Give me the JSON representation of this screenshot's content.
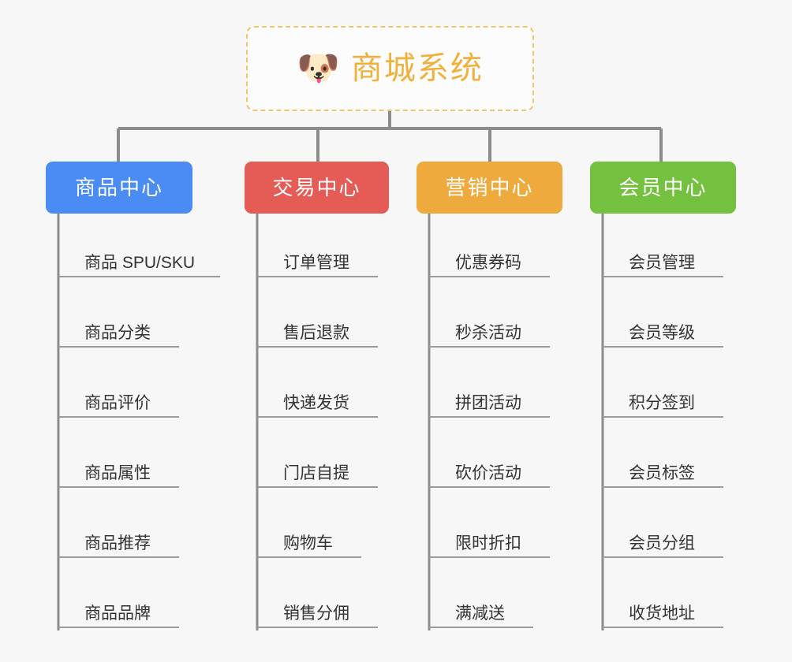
{
  "diagram": {
    "type": "mindmap",
    "title": "商城系统",
    "background_color": "#f7f7f7",
    "root": {
      "label": "商城系统",
      "icon": "dog-face-emoji",
      "emoji": "🐶",
      "text_color": "#efb03c",
      "border_color": "#f3c46a",
      "border_style": "dashed",
      "fill_color": "#fcfcfc"
    },
    "connector_color": "#8c8c8c",
    "branches": [
      {
        "label": "商品中心",
        "color": "#4a8bf4",
        "text_color": "#ffffff",
        "items": [
          "商品 SPU/SKU",
          "商品分类",
          "商品评价",
          "商品属性",
          "商品推荐",
          "商品品牌"
        ]
      },
      {
        "label": "交易中心",
        "color": "#e55b55",
        "text_color": "#ffffff",
        "items": [
          "订单管理",
          "售后退款",
          "快递发货",
          "门店自提",
          "购物车",
          "销售分佣"
        ]
      },
      {
        "label": "营销中心",
        "color": "#eeaa3c",
        "text_color": "#ffffff",
        "items": [
          "优惠券码",
          "秒杀活动",
          "拼团活动",
          "砍价活动",
          "限时折扣",
          "满减送"
        ]
      },
      {
        "label": "会员中心",
        "color": "#73c13e",
        "text_color": "#ffffff",
        "items": [
          "会员管理",
          "会员等级",
          "积分签到",
          "会员标签",
          "会员分组",
          "收货地址"
        ]
      }
    ]
  }
}
